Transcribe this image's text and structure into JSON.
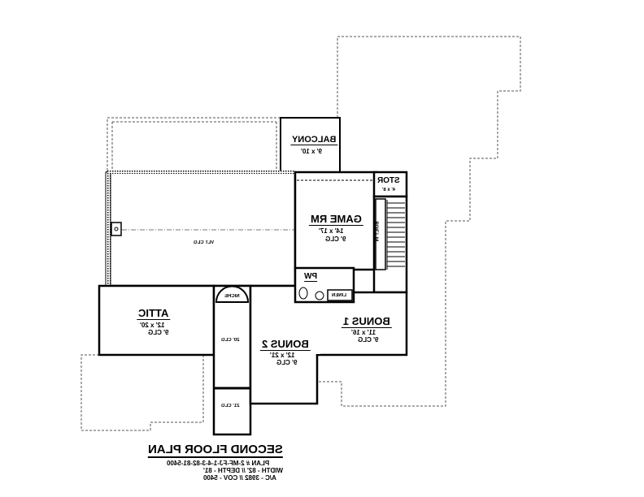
{
  "title_block": {
    "title": "SECOND FLOOR PLAN",
    "plan_number": "PLAN # 2-MF-FJ-1-4-3-82-81-5400",
    "dimensions": "WIDTH - 82' // DEPTH - 81'",
    "areas": "A/C - 3982 // COV - 5400"
  },
  "rooms": {
    "balcony": {
      "name": "BALCONY",
      "size": "9' x 10'"
    },
    "stor": {
      "name": "STOR",
      "size": "4' x 8'"
    },
    "game_rm": {
      "name": "GAME RM",
      "size": "14' x 17'",
      "ceiling": "9' CLG"
    },
    "built_in": {
      "name": "BUILT IN"
    },
    "pw": {
      "name": "PW"
    },
    "linen": {
      "name": "LINEN"
    },
    "vault": {
      "ceiling": "VLT CLG"
    },
    "attic": {
      "name": "ATTIC",
      "size": "12' x 20'",
      "ceiling": "9' CLG"
    },
    "niche": {
      "name": "NICHE"
    },
    "hall_upper": {
      "ceiling": "20' CLG"
    },
    "hall_lower": {
      "ceiling": "21' CLG"
    },
    "bonus_2": {
      "name": "BONUS 2",
      "size": "12' x 21'",
      "ceiling": "9' CLG"
    },
    "bonus_1": {
      "name": "BONUS 1",
      "size": "11' x 16'",
      "ceiling": "9' CLG"
    }
  }
}
